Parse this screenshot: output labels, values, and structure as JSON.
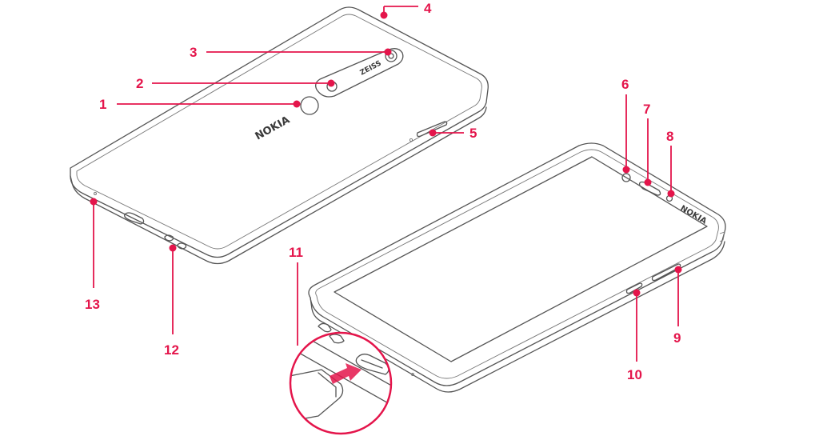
{
  "accent_color": "#e4154b",
  "line_color": "#555555",
  "phone_back": {
    "brand_text": "NOKIA",
    "camera_brand_text": "ZEISS"
  },
  "phone_front": {
    "brand_text": "NOKIA"
  },
  "callouts": [
    {
      "id": "1",
      "label": "1"
    },
    {
      "id": "2",
      "label": "2"
    },
    {
      "id": "3",
      "label": "3"
    },
    {
      "id": "4",
      "label": "4"
    },
    {
      "id": "5",
      "label": "5"
    },
    {
      "id": "6",
      "label": "6"
    },
    {
      "id": "7",
      "label": "7"
    },
    {
      "id": "8",
      "label": "8"
    },
    {
      "id": "9",
      "label": "9"
    },
    {
      "id": "10",
      "label": "10"
    },
    {
      "id": "11",
      "label": "11"
    },
    {
      "id": "12",
      "label": "12"
    },
    {
      "id": "13",
      "label": "13"
    }
  ]
}
